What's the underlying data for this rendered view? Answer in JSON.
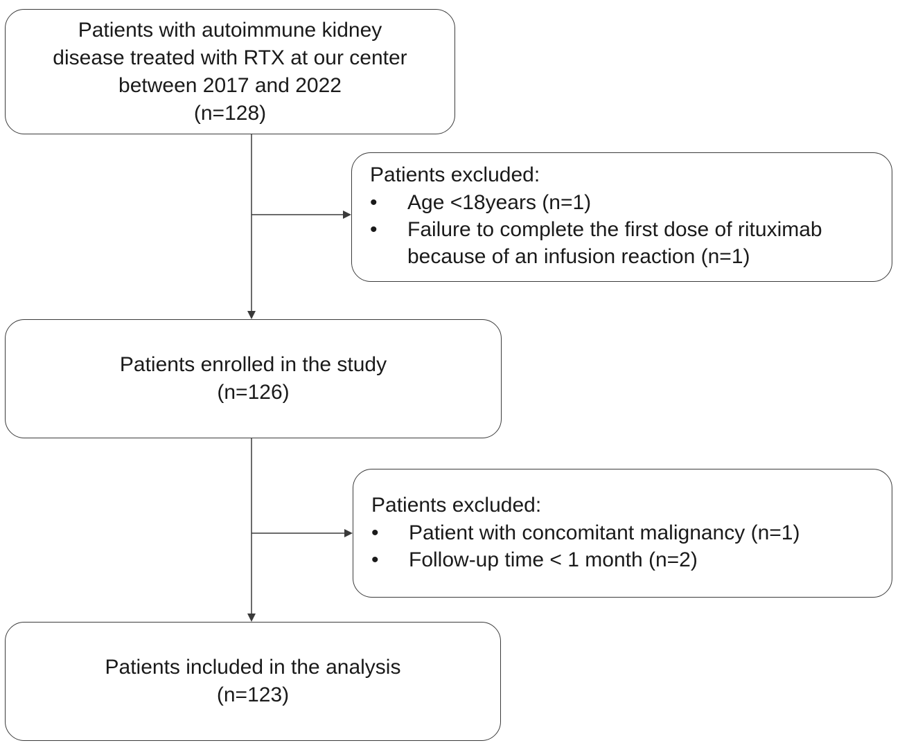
{
  "start_box": {
    "lines": [
      "Patients with autoimmune kidney",
      "disease treated with RTX at our center",
      "between 2017 and 2022",
      "(n=128)"
    ]
  },
  "exclusion_1": {
    "heading": "Patients excluded:",
    "items": [
      {
        "bullet": "•",
        "lines": [
          "Age <18years (n=1)"
        ]
      },
      {
        "bullet": "•",
        "lines": [
          "Failure to complete the first dose of rituximab",
          "because of an infusion reaction (n=1)"
        ]
      }
    ]
  },
  "enrolled_box": {
    "lines": [
      "Patients enrolled in the study",
      "(n=126)"
    ]
  },
  "exclusion_2": {
    "heading": "Patients excluded:",
    "items": [
      {
        "bullet": "•",
        "lines": [
          "Patient with concomitant malignancy (n=1)"
        ]
      },
      {
        "bullet": "•",
        "lines": [
          "Follow-up time < 1 month (n=2)"
        ]
      }
    ]
  },
  "analysis_box": {
    "lines": [
      "Patients included in the analysis",
      "(n=123)"
    ]
  },
  "colors": {
    "border": "#3a3a3a",
    "text": "#1a1a1a",
    "background": "#ffffff"
  }
}
